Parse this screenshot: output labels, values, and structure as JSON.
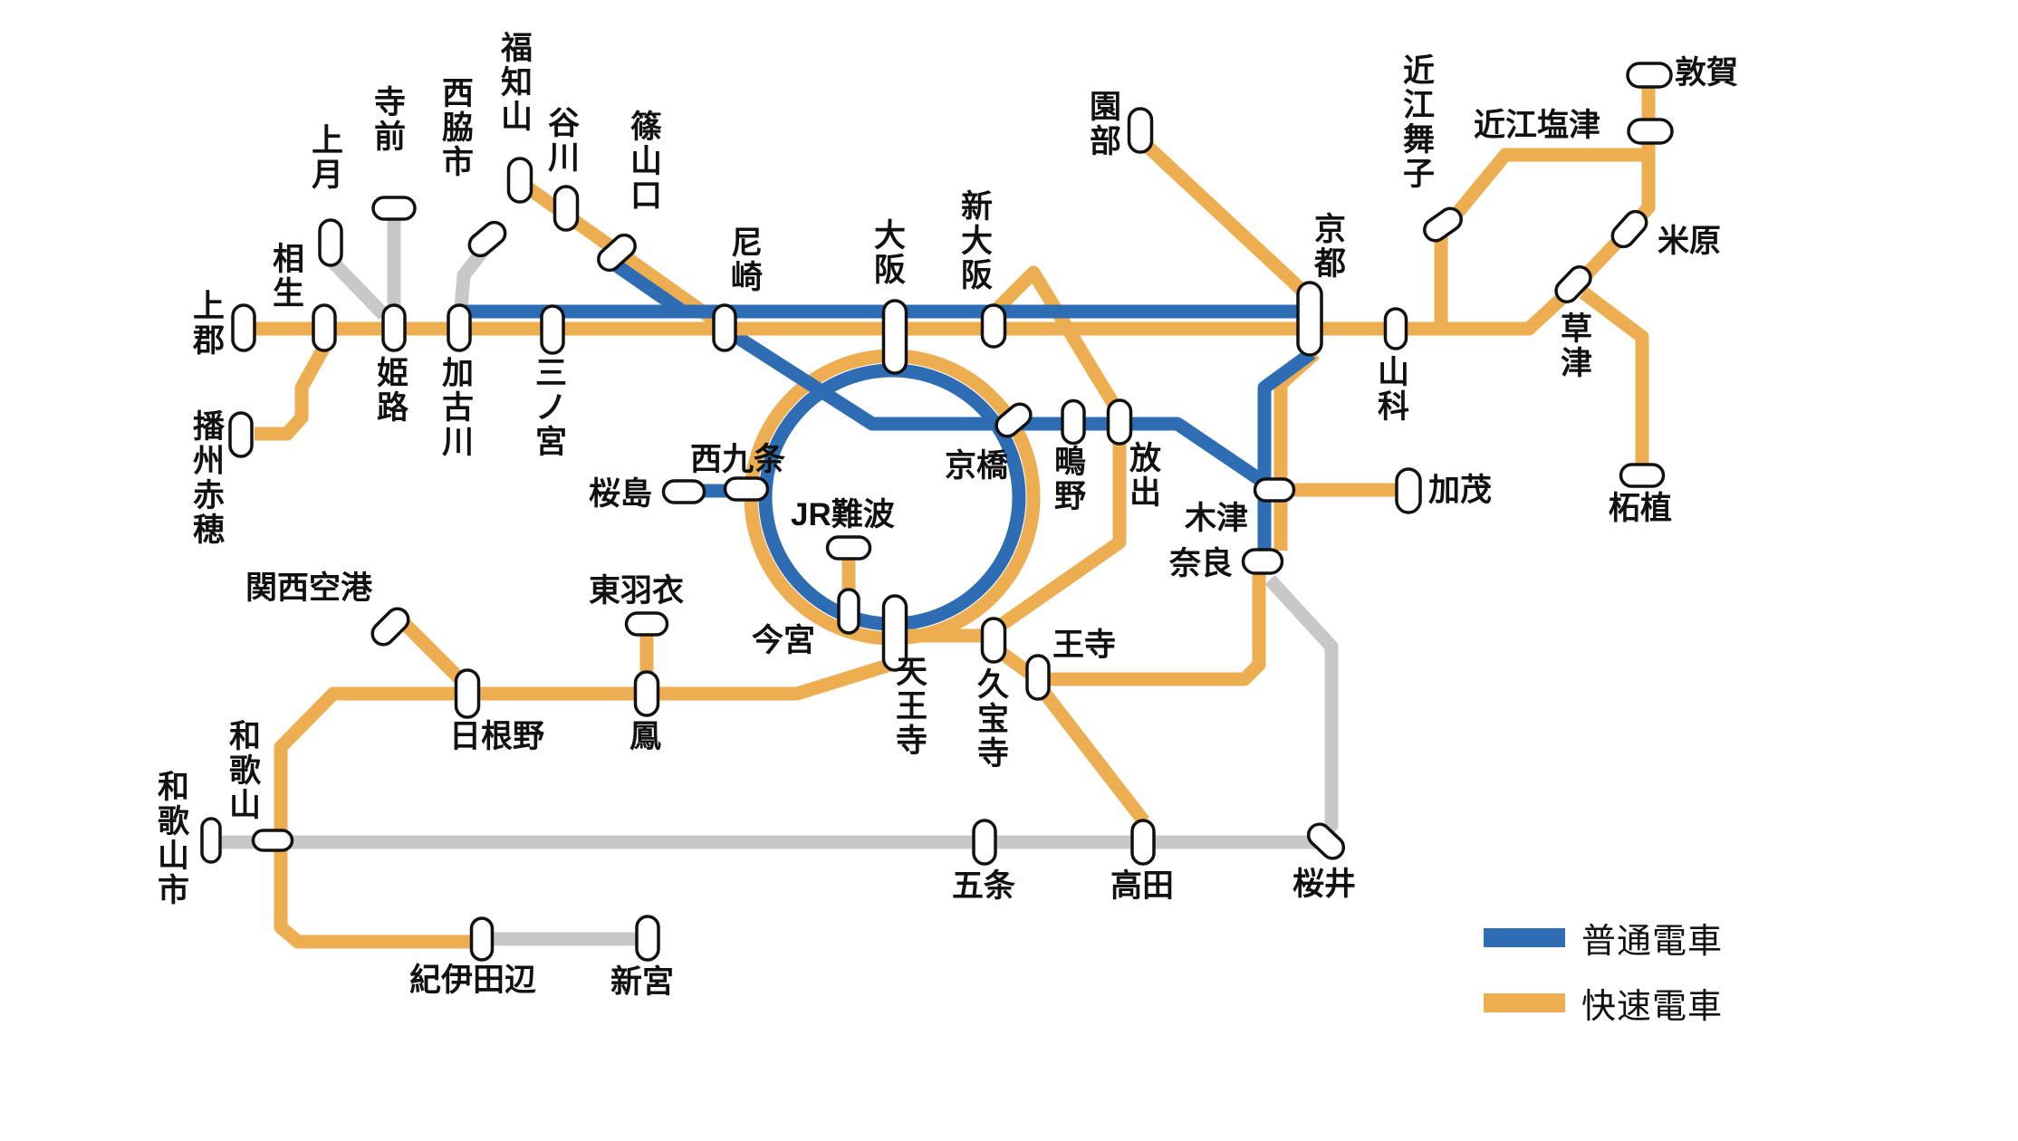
{
  "colors": {
    "local": "#2e6db4",
    "rapid": "#edae52",
    "other": "#c8c8c8",
    "pill_fill": "#ffffff",
    "pill_stroke": "#111111",
    "label": "#111111",
    "bg": "#ffffff"
  },
  "legend": {
    "items": [
      {
        "label": "普通電車",
        "color_key": "local"
      },
      {
        "label": "快速電車",
        "color_key": "rapid"
      }
    ]
  },
  "map": {
    "stroke": 15,
    "pill_stroke_width": 3.5,
    "label_font": 35,
    "label_step": 38,
    "lines": [
      {
        "id": "bantan",
        "color": "other",
        "points": [
          [
            435,
            243
          ],
          [
            435,
            340
          ]
        ]
      },
      {
        "id": "kishin",
        "color": "other",
        "points": [
          [
            424,
            348
          ],
          [
            368,
            290
          ]
        ]
      },
      {
        "id": "kakogawa-line",
        "color": "other",
        "points": [
          [
            509,
            340
          ],
          [
            512,
            304
          ],
          [
            533,
            277
          ]
        ]
      },
      {
        "id": "wakayama-sakurai",
        "color": "other",
        "points": [
          [
            233,
            930
          ],
          [
            1452,
            930
          ],
          [
            1470,
            912
          ],
          [
            1470,
            714
          ],
          [
            1402,
            640
          ]
        ]
      },
      {
        "id": "kisei-east",
        "color": "other",
        "points": [
          [
            540,
            1037
          ],
          [
            712,
            1037
          ]
        ]
      },
      {
        "id": "loop-rapid",
        "color": "rapid",
        "circle": [
          985,
          549,
          156
        ]
      },
      {
        "id": "loop-local",
        "color": "local",
        "circle": [
          985,
          549,
          140
        ]
      },
      {
        "id": "tozai-gakkentoshi",
        "color": "local",
        "points": [
          [
            804,
            366
          ],
          [
            963,
            468
          ],
          [
            1300,
            468
          ],
          [
            1396,
            533
          ],
          [
            1396,
            556
          ]
        ]
      },
      {
        "id": "sanyo-tokaido-hokuriku",
        "color": "rapid",
        "points": [
          [
            269,
            363
          ],
          [
            1688,
            363
          ],
          [
            1741,
            314
          ],
          [
            1801,
            251
          ],
          [
            1820,
            229
          ],
          [
            1820,
            96
          ]
        ]
      },
      {
        "id": "kosei",
        "color": "rapid",
        "points": [
          [
            1591,
            363
          ],
          [
            1591,
            257
          ],
          [
            1662,
            171
          ],
          [
            1814,
            171
          ]
        ]
      },
      {
        "id": "kusatsu-line",
        "color": "rapid",
        "points": [
          [
            1748,
            323
          ],
          [
            1813,
            372
          ],
          [
            1813,
            513
          ]
        ]
      },
      {
        "id": "ako-line",
        "color": "rapid",
        "points": [
          [
            357,
            385
          ],
          [
            333,
            428
          ],
          [
            333,
            461
          ],
          [
            317,
            479
          ],
          [
            281,
            479
          ]
        ]
      },
      {
        "id": "fukuchiyama-rapid",
        "color": "rapid",
        "points": [
          [
            578,
            204
          ],
          [
            798,
            360
          ]
        ]
      },
      {
        "id": "sagano",
        "color": "rapid",
        "points": [
          [
            1262,
            157
          ],
          [
            1438,
            321
          ]
        ]
      },
      {
        "id": "osaka-higashi",
        "color": "rapid",
        "points": [
          [
            1097,
            345
          ],
          [
            1141,
            301
          ],
          [
            1236,
            457
          ],
          [
            1236,
            599
          ],
          [
            1104,
            691
          ]
        ]
      },
      {
        "id": "yamatoji-west",
        "color": "rapid",
        "points": [
          [
            985,
            702
          ],
          [
            1090,
            702
          ]
        ]
      },
      {
        "id": "yamatoji-east",
        "color": "rapid",
        "points": [
          [
            1103,
            719
          ],
          [
            1146,
            750
          ],
          [
            1374,
            750
          ],
          [
            1390,
            734
          ],
          [
            1390,
            634
          ]
        ]
      },
      {
        "id": "wakayama-rapid",
        "color": "rapid",
        "points": [
          [
            1150,
            761
          ],
          [
            1263,
            907
          ]
        ]
      },
      {
        "id": "kansai-main-kamo",
        "color": "rapid",
        "points": [
          [
            1408,
            541
          ],
          [
            1545,
            541
          ]
        ]
      },
      {
        "id": "nara-line-rapid",
        "color": "rapid",
        "points": [
          [
            1452,
            390
          ],
          [
            1414,
            424
          ],
          [
            1414,
            608
          ]
        ]
      },
      {
        "id": "hanwa",
        "color": "rapid",
        "points": [
          [
            983,
            734
          ],
          [
            880,
            766
          ],
          [
            368,
            766
          ],
          [
            310,
            825
          ],
          [
            310,
            1024
          ],
          [
            329,
            1040
          ],
          [
            524,
            1040
          ]
        ]
      },
      {
        "id": "kanku",
        "color": "rapid",
        "points": [
          [
            508,
            750
          ],
          [
            438,
            680
          ]
        ]
      },
      {
        "id": "hagoromo",
        "color": "rapid",
        "points": [
          [
            714,
            699
          ],
          [
            714,
            745
          ]
        ]
      },
      {
        "id": "namba-stub",
        "color": "rapid",
        "points": [
          [
            937,
            614
          ],
          [
            937,
            655
          ]
        ]
      },
      {
        "id": "main-local",
        "color": "local",
        "points": [
          [
            506,
            344
          ],
          [
            1444,
            344
          ]
        ]
      },
      {
        "id": "fukuchiyama-local",
        "color": "local",
        "points": [
          [
            673,
            288
          ],
          [
            754,
            344
          ]
        ]
      },
      {
        "id": "nara-line-local",
        "color": "local",
        "points": [
          [
            1448,
            390
          ],
          [
            1396,
            428
          ],
          [
            1396,
            610
          ]
        ]
      },
      {
        "id": "sakurajima-line",
        "color": "local",
        "points": [
          [
            755,
            542
          ],
          [
            840,
            542
          ]
        ]
      }
    ],
    "stations": [
      {
        "id": "kamigori",
        "label": "上郡",
        "pill": [
          269,
          362,
          24,
          50,
          0
        ],
        "text": [
          213,
          320,
          "v"
        ]
      },
      {
        "id": "aioi",
        "label": "相生",
        "pill": [
          358,
          362,
          24,
          50,
          0
        ],
        "text": [
          301,
          268,
          "v"
        ]
      },
      {
        "id": "himeji",
        "label": "姫路",
        "pill": [
          435,
          362,
          24,
          50,
          0
        ],
        "text": [
          416,
          394,
          "v"
        ]
      },
      {
        "id": "kakogawa",
        "label": "加古川",
        "pill": [
          507,
          362,
          24,
          50,
          0
        ],
        "text": [
          488,
          394,
          "v"
        ]
      },
      {
        "id": "sannomiya",
        "label": "三ノ宮",
        "pill": [
          610,
          364,
          24,
          52,
          0
        ],
        "text": [
          591,
          394,
          "v"
        ]
      },
      {
        "id": "amagasaki",
        "label": "尼崎",
        "pill": [
          800,
          362,
          24,
          50,
          0
        ],
        "text": [
          807,
          250,
          "v"
        ]
      },
      {
        "id": "osaka",
        "label": "大阪",
        "pill": [
          988,
          372,
          25,
          80,
          0
        ],
        "text": [
          965,
          242,
          "v"
        ]
      },
      {
        "id": "shin-osaka",
        "label": "新大阪",
        "pill": [
          1097,
          360,
          25,
          46,
          0
        ],
        "text": [
          1061,
          210,
          "v"
        ]
      },
      {
        "id": "kyoto",
        "label": "京都",
        "pill": [
          1446,
          352,
          26,
          80,
          0
        ],
        "text": [
          1451,
          235,
          "v"
        ]
      },
      {
        "id": "banshu-ako",
        "label": "播州赤穂",
        "pill": [
          266,
          480,
          24,
          48,
          0
        ],
        "text": [
          213,
          453,
          "v"
        ]
      },
      {
        "id": "kozuki",
        "label": "上月",
        "pill": [
          365,
          268,
          24,
          50,
          0
        ],
        "text": [
          344,
          137,
          "v"
        ]
      },
      {
        "id": "teramae",
        "label": "寺前",
        "pill": [
          435,
          230,
          46,
          24,
          0
        ],
        "text": [
          413,
          95,
          "v"
        ]
      },
      {
        "id": "nishiwakishi",
        "label": "西脇市",
        "pill": [
          538,
          264,
          44,
          24,
          -40
        ],
        "text": [
          488,
          85,
          "v"
        ]
      },
      {
        "id": "fukuchiyama",
        "label": "福知山",
        "pill": [
          574,
          199,
          25,
          48,
          0
        ],
        "text": [
          553,
          35,
          "v"
        ]
      },
      {
        "id": "tanikawa",
        "label": "谷川",
        "pill": [
          625,
          230,
          25,
          48,
          0
        ],
        "text": [
          605,
          118,
          "v"
        ]
      },
      {
        "id": "sasayamaguchi",
        "label": "篠山口",
        "pill": [
          681,
          279,
          46,
          24,
          -42
        ],
        "text": [
          696,
          122,
          "v"
        ]
      },
      {
        "id": "sonobe",
        "label": "園部",
        "pill": [
          1259,
          144,
          25,
          48,
          0
        ],
        "text": [
          1203,
          100,
          "v"
        ]
      },
      {
        "id": "sakurajima",
        "label": "桜島",
        "pill": [
          755,
          543,
          45,
          24,
          0
        ],
        "text": [
          650,
          527,
          "h"
        ]
      },
      {
        "id": "nishikujo",
        "label": "西九条",
        "pill": [
          824,
          540,
          47,
          24,
          0
        ],
        "text": [
          762,
          489,
          "h"
        ]
      },
      {
        "id": "jr-namba",
        "label": "JR難波",
        "pill": [
          937,
          605,
          47,
          24,
          0
        ],
        "text": [
          873,
          550,
          "h"
        ]
      },
      {
        "id": "imamiya",
        "label": "今宮",
        "pill": [
          937,
          675,
          22,
          48,
          0
        ],
        "text": [
          830,
          689,
          "h"
        ]
      },
      {
        "id": "tennoji",
        "label": "天王寺",
        "pill": [
          988,
          699,
          25,
          82,
          0
        ],
        "text": [
          989,
          724,
          "v"
        ]
      },
      {
        "id": "kyobashi",
        "label": "京橋",
        "pill": [
          1119,
          464,
          42,
          24,
          -40
        ],
        "text": [
          1043,
          496,
          "h"
        ]
      },
      {
        "id": "shigino",
        "label": "鴫野",
        "pill": [
          1185,
          466,
          24,
          47,
          0
        ],
        "text": [
          1164,
          492,
          "v"
        ]
      },
      {
        "id": "hanaten",
        "label": "放出",
        "pill": [
          1236,
          466,
          25,
          48,
          0
        ],
        "text": [
          1247,
          488,
          "v"
        ]
      },
      {
        "id": "kyuhoji",
        "label": "久宝寺",
        "pill": [
          1097,
          707,
          25,
          48,
          0
        ],
        "text": [
          1079,
          738,
          "v"
        ]
      },
      {
        "id": "oji",
        "label": "王寺",
        "pill": [
          1146,
          748,
          24,
          48,
          0
        ],
        "text": [
          1162,
          694,
          "h"
        ]
      },
      {
        "id": "kizu",
        "label": "木津",
        "pill": [
          1407,
          541,
          43,
          24,
          0
        ],
        "text": [
          1308,
          554,
          "h"
        ]
      },
      {
        "id": "nara",
        "label": "奈良",
        "pill": [
          1394,
          620,
          43,
          26,
          0
        ],
        "text": [
          1291,
          604,
          "h"
        ]
      },
      {
        "id": "kamo",
        "label": "加茂",
        "pill": [
          1555,
          542,
          26,
          48,
          0
        ],
        "text": [
          1577,
          523,
          "h"
        ]
      },
      {
        "id": "yamashina",
        "label": "山科",
        "pill": [
          1541,
          363,
          23,
          44,
          0
        ],
        "text": [
          1521,
          393,
          "v"
        ]
      },
      {
        "id": "kusatsu",
        "label": "草津",
        "pill": [
          1737,
          314,
          44,
          24,
          -46
        ],
        "text": [
          1723,
          345,
          "v"
        ]
      },
      {
        "id": "maibara",
        "label": "米原",
        "pill": [
          1799,
          253,
          44,
          24,
          -48
        ],
        "text": [
          1830,
          248,
          "h"
        ]
      },
      {
        "id": "omi-maiko",
        "label": "近江舞子",
        "pill": [
          1593,
          248,
          44,
          24,
          -35
        ],
        "text": [
          1549,
          60,
          "v"
        ]
      },
      {
        "id": "omi-shiotsu",
        "label": "近江塩津",
        "pill": [
          1822,
          145,
          48,
          26,
          0
        ],
        "text": [
          1627,
          120,
          "h"
        ]
      },
      {
        "id": "tsuruga",
        "label": "敦賀",
        "pill": [
          1821,
          83,
          48,
          26,
          0
        ],
        "text": [
          1849,
          62,
          "h"
        ]
      },
      {
        "id": "tsuge",
        "label": "柘植",
        "pill": [
          1813,
          525,
          47,
          24,
          0
        ],
        "text": [
          1776,
          543,
          "h"
        ]
      },
      {
        "id": "kansai-airport",
        "label": "関西空港",
        "pill": [
          431,
          692,
          46,
          24,
          -45
        ],
        "text": [
          271,
          631,
          "h"
        ]
      },
      {
        "id": "hineno",
        "label": "日根野",
        "pill": [
          516,
          766,
          25,
          52,
          0
        ],
        "text": [
          496,
          795,
          "h"
        ]
      },
      {
        "id": "otori",
        "label": "鳳",
        "pill": [
          714,
          766,
          25,
          48,
          0
        ],
        "text": [
          695,
          795,
          "h"
        ]
      },
      {
        "id": "higashi-hagoromo",
        "label": "東羽衣",
        "pill": [
          714,
          689,
          45,
          24,
          0
        ],
        "text": [
          650,
          634,
          "h"
        ]
      },
      {
        "id": "wakayama",
        "label": "和歌山",
        "pill": [
          301,
          928,
          43,
          22,
          0
        ],
        "text": [
          253,
          795,
          "v"
        ]
      },
      {
        "id": "wakayamashi",
        "label": "和歌山市",
        "pill": [
          233,
          928,
          20,
          48,
          0
        ],
        "text": [
          174,
          851,
          "v"
        ]
      },
      {
        "id": "kii-tanabe",
        "label": "紀伊田辺",
        "pill": [
          532,
          1037,
          23,
          46,
          0
        ],
        "text": [
          452,
          1064,
          "h"
        ]
      },
      {
        "id": "shingu",
        "label": "新宮",
        "pill": [
          715,
          1036,
          24,
          48,
          0
        ],
        "text": [
          674,
          1066,
          "h"
        ]
      },
      {
        "id": "gojo",
        "label": "五条",
        "pill": [
          1087,
          930,
          24,
          48,
          0
        ],
        "text": [
          1051,
          960,
          "h"
        ]
      },
      {
        "id": "takada",
        "label": "高田",
        "pill": [
          1262,
          930,
          24,
          48,
          0
        ],
        "text": [
          1226,
          960,
          "h"
        ]
      },
      {
        "id": "sakurai",
        "label": "桜井",
        "pill": [
          1464,
          929,
          44,
          24,
          43
        ],
        "text": [
          1427,
          958,
          "h"
        ]
      }
    ]
  }
}
